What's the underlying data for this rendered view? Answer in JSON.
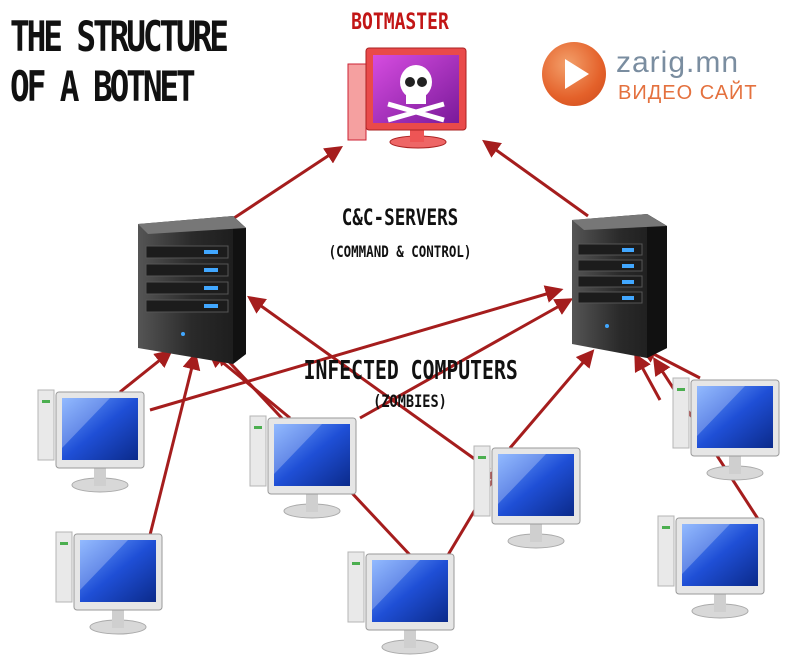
{
  "title": {
    "line1": "THE STRUCTURE",
    "line2": "OF A BOTNET"
  },
  "botmaster_label": "BOTMASTER",
  "cc": {
    "label": "C&C-SERVERS",
    "sub": "(COMMAND & CONTROL)"
  },
  "infected": {
    "label": "INFECTED COMPUTERS",
    "sub": "(ZOMBIES)"
  },
  "logo": {
    "name": "zarig.mn",
    "tagline": "ВИДЕО САЙТ"
  },
  "colors": {
    "arrow": "#a51d1d",
    "botmaster": "#e33a3a",
    "screen": "#1f4fd6",
    "server": "#2a2a2a",
    "logo": "#e4612a"
  },
  "icons": [
    "skull-icon",
    "server-icon",
    "monitor-icon",
    "play-icon"
  ]
}
